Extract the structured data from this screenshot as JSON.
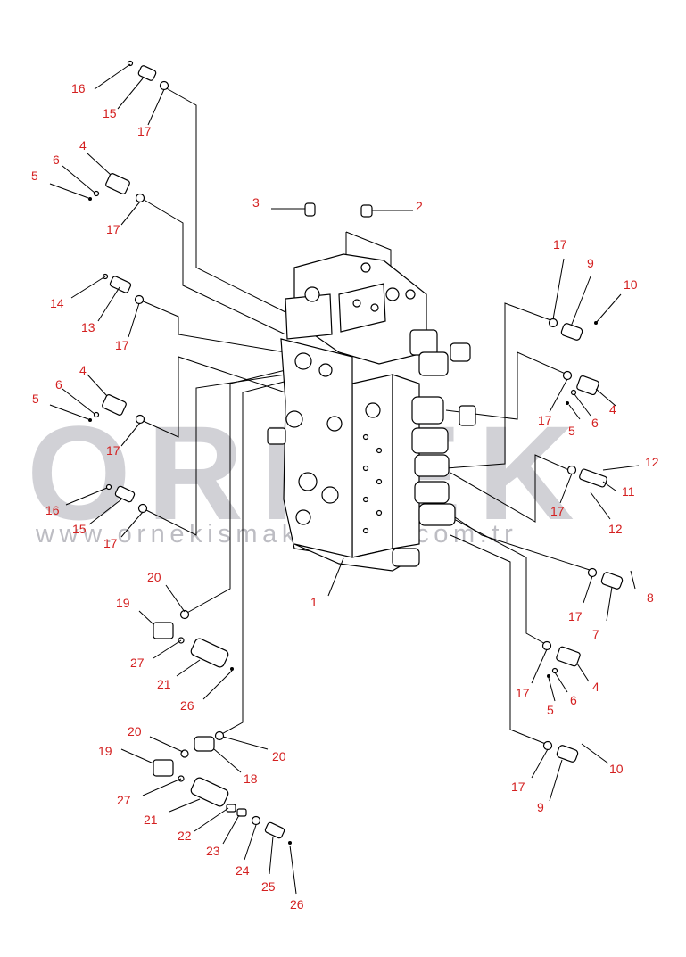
{
  "watermark": {
    "brand": "ORNEK",
    "url": "www.ornekismakinalari.com.tr",
    "color": "#c9c9cf"
  },
  "callout_color": "#d42020",
  "callouts": [
    {
      "id": "c16a",
      "text": "16"
    },
    {
      "id": "c15a",
      "text": "15"
    },
    {
      "id": "c17a",
      "text": "17"
    },
    {
      "id": "c4a",
      "text": "4"
    },
    {
      "id": "c6a",
      "text": "6"
    },
    {
      "id": "c5a",
      "text": "5"
    },
    {
      "id": "c17b",
      "text": "17"
    },
    {
      "id": "c3",
      "text": "3"
    },
    {
      "id": "c2",
      "text": "2"
    },
    {
      "id": "c14",
      "text": "14"
    },
    {
      "id": "c13",
      "text": "13"
    },
    {
      "id": "c17c",
      "text": "17"
    },
    {
      "id": "c4b",
      "text": "4"
    },
    {
      "id": "c6b",
      "text": "6"
    },
    {
      "id": "c5b",
      "text": "5"
    },
    {
      "id": "c17d",
      "text": "17"
    },
    {
      "id": "c16b",
      "text": "16"
    },
    {
      "id": "c15b",
      "text": "15"
    },
    {
      "id": "c17e",
      "text": "17"
    },
    {
      "id": "c17f",
      "text": "17"
    },
    {
      "id": "c9a",
      "text": "9"
    },
    {
      "id": "c10a",
      "text": "10"
    },
    {
      "id": "c17g",
      "text": "17"
    },
    {
      "id": "c4c",
      "text": "4"
    },
    {
      "id": "c5c",
      "text": "5"
    },
    {
      "id": "c6c",
      "text": "6"
    },
    {
      "id": "c12a",
      "text": "12"
    },
    {
      "id": "c11",
      "text": "11"
    },
    {
      "id": "c17h",
      "text": "17"
    },
    {
      "id": "c12b",
      "text": "12"
    },
    {
      "id": "c1",
      "text": "1"
    },
    {
      "id": "c20a",
      "text": "20"
    },
    {
      "id": "c19a",
      "text": "19"
    },
    {
      "id": "c27a",
      "text": "27"
    },
    {
      "id": "c21a",
      "text": "21"
    },
    {
      "id": "c26a",
      "text": "26"
    },
    {
      "id": "c17i",
      "text": "17"
    },
    {
      "id": "c7",
      "text": "7"
    },
    {
      "id": "c8",
      "text": "8"
    },
    {
      "id": "c17j",
      "text": "17"
    },
    {
      "id": "c4d",
      "text": "4"
    },
    {
      "id": "c5d",
      "text": "5"
    },
    {
      "id": "c6d",
      "text": "6"
    },
    {
      "id": "c20b",
      "text": "20"
    },
    {
      "id": "c19b",
      "text": "19"
    },
    {
      "id": "c20c",
      "text": "20"
    },
    {
      "id": "c18",
      "text": "18"
    },
    {
      "id": "c27b",
      "text": "27"
    },
    {
      "id": "c21b",
      "text": "21"
    },
    {
      "id": "c22",
      "text": "22"
    },
    {
      "id": "c23",
      "text": "23"
    },
    {
      "id": "c24",
      "text": "24"
    },
    {
      "id": "c25",
      "text": "25"
    },
    {
      "id": "c26b",
      "text": "26"
    },
    {
      "id": "c17k",
      "text": "17"
    },
    {
      "id": "c10b",
      "text": "10"
    },
    {
      "id": "c9b",
      "text": "9"
    }
  ]
}
